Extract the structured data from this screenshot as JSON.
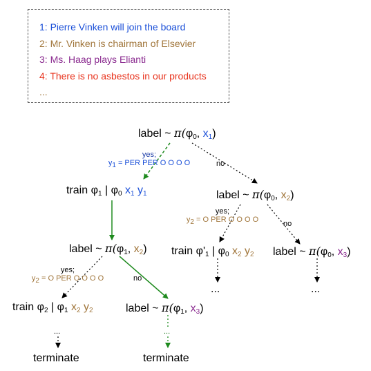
{
  "examples": [
    {
      "text": "1: Pierre Vinken will join the board",
      "color": "#1a4fd8"
    },
    {
      "text": "2: Mr. Vinken is chairman of Elsevier",
      "color": "#a0753a"
    },
    {
      "text": "3: Ms. Haag plays Elianti",
      "color": "#8a2a8f"
    },
    {
      "text": "4: There is no asbestos in our products",
      "color": "#e8321c"
    },
    {
      "text": "...",
      "color": "#a0753a"
    }
  ],
  "tree": {
    "label_text": "label ~",
    "pi": "π(",
    "phi": "φ",
    "comma": ", ",
    "close": ")",
    "train": "train",
    "bar": "|",
    "x": "x",
    "y": "y",
    "phi_prime": "φ'",
    "sub0": "0",
    "sub1": "1",
    "sub2": "2",
    "sub3": "3",
    "yes": "yes;",
    "no": "no",
    "y1_eq": "y",
    "y1_rest": " = PER PER O O O O",
    "y2_rest": " = O PER O O O O",
    "ellipsis": "...",
    "terminate": "terminate"
  }
}
